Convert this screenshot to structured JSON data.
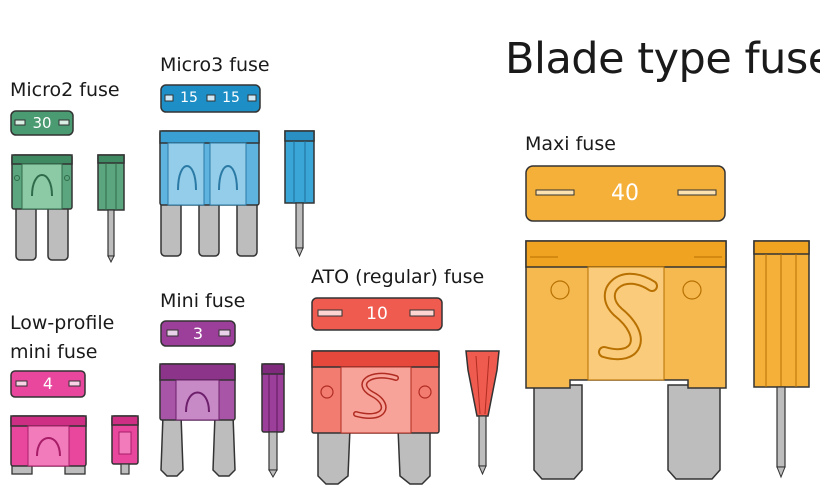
{
  "title": "Blade type fuses",
  "fuses": {
    "micro2": {
      "name": "Micro2 fuse",
      "rating": "30",
      "color": "#4a9a72"
    },
    "micro3": {
      "name": "Micro3 fuse",
      "rating_a": "15",
      "rating_b": "15",
      "color": "#3aa6d8"
    },
    "low_profile_mini": {
      "name_line1": "Low-profile",
      "name_line2": "mini fuse",
      "rating": "4",
      "color": "#e8479d"
    },
    "mini": {
      "name": "Mini fuse",
      "rating": "3",
      "color": "#9c3f9a"
    },
    "ato": {
      "name": "ATO (regular) fuse",
      "rating": "10",
      "color": "#ef5b4f"
    },
    "maxi": {
      "name": "Maxi fuse",
      "rating": "40",
      "color": "#f5b03a"
    }
  }
}
